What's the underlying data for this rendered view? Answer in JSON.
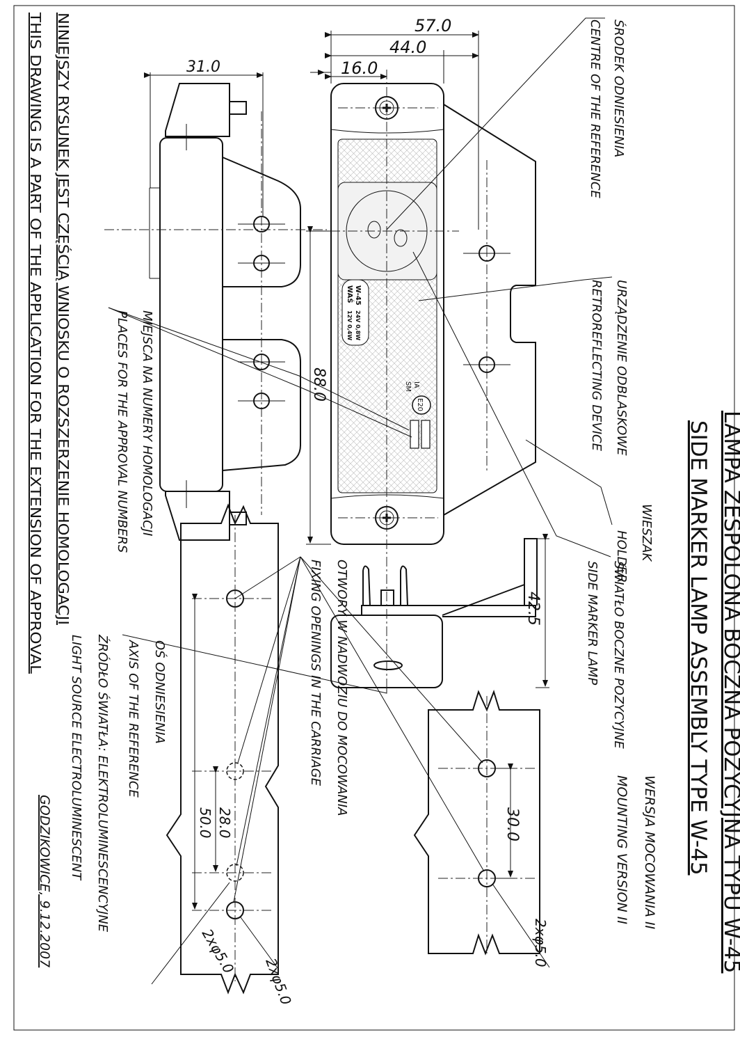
{
  "title": {
    "pl": "LAMPA ZESPOLONA BOCZNA POZYCYJNA TYPU W-45",
    "en": "SIDE MARKER LAMP ASSEMBLY TYPE W-45"
  },
  "version": {
    "pl": "WERSJA MOCOWANIA II",
    "en": "MOUNTING VERSION II"
  },
  "labels": {
    "centre_pl": "ŚRODEK ODNIESIENIA",
    "centre_en": "CENTRE OF THE REFERENCE",
    "retro_pl": "URZĄDZENIE ODBLASKOWE",
    "retro_en": "RETROREFLECTING DEVICE",
    "holder_pl": "WIESZAK",
    "holder_en": "HOLDER",
    "lamp_pl": "ŚWIATŁO BOCZNE POZYCYJNE",
    "lamp_en": "SIDE MARKER LAMP",
    "approval_pl": "MIEJSCA NA NUMERY HOMOLOGACJI",
    "approval_en": "PLACES FOR THE APPROVAL NUMBERS",
    "fixing_pl": "OTWORY W NADWOZIU DO MOCOWANIA",
    "fixing_en": "FIXING OPENINGS IN THE CARRIAGE",
    "axis_pl": "OŚ ODNIESIENIA",
    "axis_en": "AXIS OF THE REFERENCE",
    "source_pl": "ŹRÓDŁO ŚWIATŁA: ELEKTROLUMINESCENCYJNE",
    "source_en": "LIGHT SOURCE ELECTROLUMINESCENT",
    "place_date": "GODZIKOWICE, 9.12.2007",
    "note_pl": "NINIEJSZY RYSUNEK JEST CZĘŚCIĄ WNIOSKU O ROZSZERZENIE HOMOLOGACJI",
    "note_en": "THIS DRAWING IS A PART OF THE APPLICATION FOR THE EXTENSION OF APPROVAL"
  },
  "dimensions": {
    "d57": "57.0",
    "d44": "44.0",
    "d16": "16.0",
    "d31": "31.0",
    "d88": "88.0",
    "d42": "42.5",
    "d30": "30.0",
    "d28": "28.0",
    "d50": "50.0",
    "hole1": "2xφ5.0",
    "hole2": "2xφ5.0",
    "hole3": "2xφ5.0"
  },
  "lamp_marking": {
    "maker": "WAŚ",
    "type": "W-45",
    "v12": "12V 0,4W",
    "v24": "24V 0,8W",
    "ia": "IA",
    "sm": "SM",
    "emark": "E20"
  }
}
